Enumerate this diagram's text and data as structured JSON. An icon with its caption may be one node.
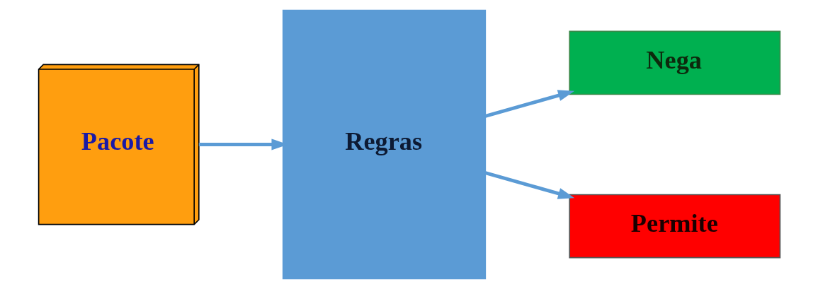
{
  "diagram": {
    "nodes": [
      {
        "text": [
          "Pacote"
        ]
      },
      {
        "text": [
          "Regras"
        ]
      },
      {
        "text": [
          "Nega"
        ]
      },
      {
        "text": [
          "Permite"
        ]
      }
    ],
    "edges": [
      {
        "from": 0,
        "to": 1,
        "arrow": "to"
      },
      {
        "from": 1,
        "to": 2,
        "arrow": "to"
      },
      {
        "from": 1,
        "to": 3,
        "arrow": "to"
      }
    ]
  }
}
